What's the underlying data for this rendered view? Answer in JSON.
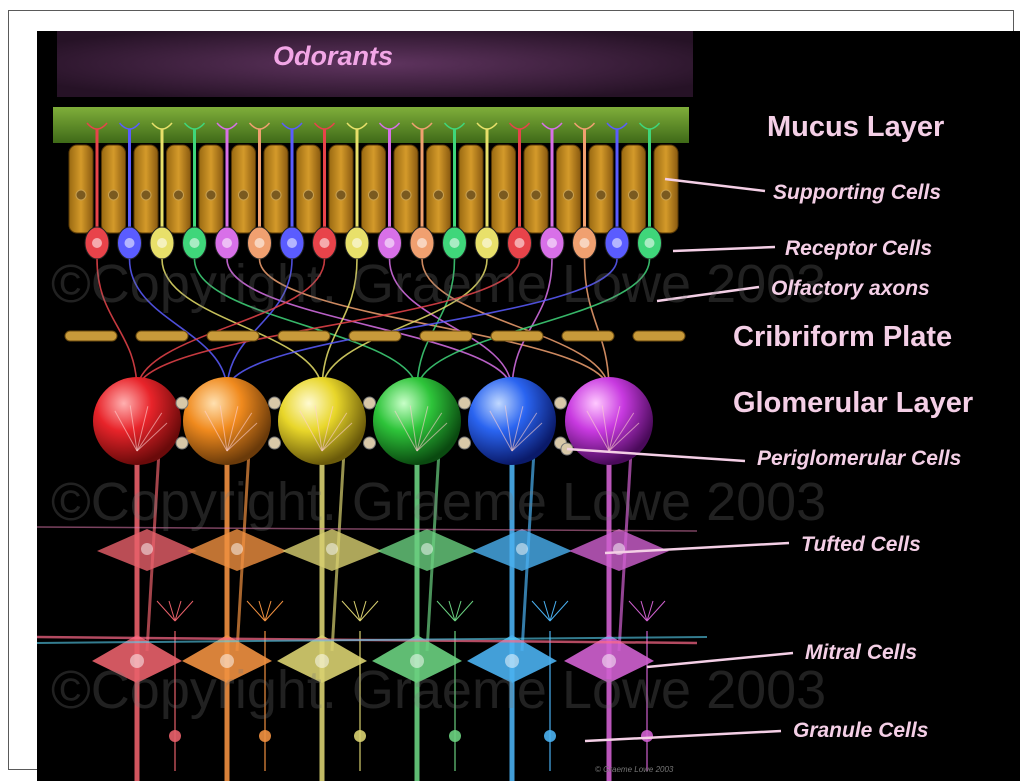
{
  "title": "Odorants",
  "layers": {
    "mucus": "Mucus Layer",
    "cribriform": "Cribriform Plate",
    "glomerular": "Glomerular Layer"
  },
  "cells": {
    "supporting": "Supporting Cells",
    "receptor": "Receptor Cells",
    "axons": "Olfactory axons",
    "periglomerular": "Periglomerular Cells",
    "tufted": "Tufted Cells",
    "mitral": "Mitral Cells",
    "granule": "Granule Cells"
  },
  "watermark": "©Copyright. Graeme Lowe 2003",
  "credit": "© Graeme Lowe 2003",
  "colors": {
    "background": "#000000",
    "label": "#f4cfe6",
    "receptor_palette": [
      "#e8434a",
      "#5a5cff",
      "#e8e06a",
      "#3fd67a",
      "#d870e8",
      "#f0a070"
    ],
    "glomeruli": [
      "#e8242a",
      "#f08a1e",
      "#e8d62a",
      "#2ec43a",
      "#2a64f0",
      "#c83ae0"
    ]
  }
}
